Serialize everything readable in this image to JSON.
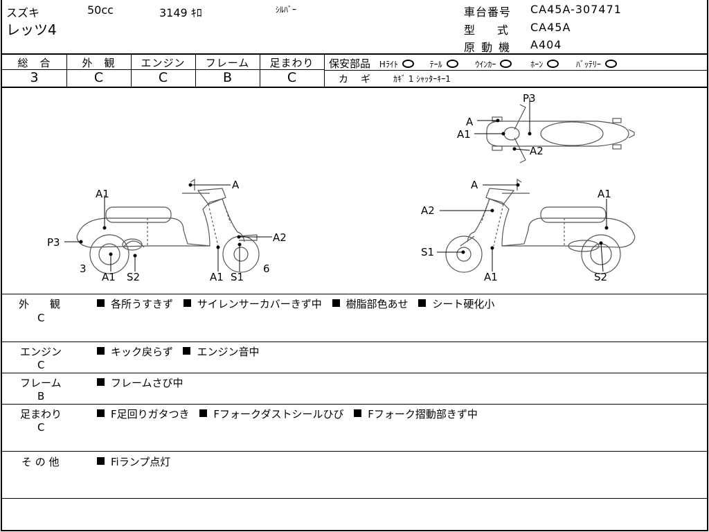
{
  "header": {
    "maker": "スズキ",
    "displacement": "50cc",
    "mileage": "3149 ｷﾛ",
    "color": "ｼﾙﾊﾞｰ",
    "model_name": "レッツ4",
    "frame_no_label": "車台番号",
    "frame_no_value": "CA45A-307471",
    "type_label": "型　　式",
    "type_value": "CA45A",
    "engine_label": "原 動 機",
    "engine_value": "A404"
  },
  "grades": {
    "total": {
      "label": "総　合",
      "value": "3"
    },
    "exterior": {
      "label": "外　観",
      "value": "C"
    },
    "engine": {
      "label": "エンジン",
      "value": "C"
    },
    "frame": {
      "label": "フレーム",
      "value": "B"
    },
    "suspension": {
      "label": "足まわり",
      "value": "C"
    }
  },
  "safety": {
    "label": "保安部品",
    "items": [
      {
        "label": "Hﾗｲﾄ",
        "state": "O"
      },
      {
        "label": "ﾃｰﾙ",
        "state": "O"
      },
      {
        "label": "ｳｲﾝｶｰ",
        "state": "O"
      },
      {
        "label": "ﾎｰﾝ",
        "state": "O"
      },
      {
        "label": "ﾊﾞｯﾃﾘｰ",
        "state": "O"
      }
    ],
    "key_label": "カ　ギ",
    "key_value": "ｶｷﾞ 1 ｼｬｯﾀｰｷｰ1"
  },
  "diagram_labels": {
    "top_view": [
      "P3",
      "A",
      "A1",
      "A2"
    ],
    "left_view": [
      "A1",
      "A",
      "P3",
      "A2",
      "3",
      "6",
      "A1",
      "S2",
      "A1",
      "S1"
    ],
    "right_view": [
      "A",
      "A1",
      "A2",
      "S1",
      "A1",
      "S2"
    ]
  },
  "sections": [
    {
      "label": "外　　観",
      "grade": "C",
      "notes": [
        "各所うすきず",
        "サイレンサーカバーきず中",
        "樹脂部色あせ",
        "シート硬化小"
      ]
    },
    {
      "label": "エンジン",
      "grade": "C",
      "notes": [
        "キック戻らず",
        "エンジン音中"
      ]
    },
    {
      "label": "フレーム",
      "grade": "B",
      "notes": [
        "フレームさび中"
      ]
    },
    {
      "label": "足まわり",
      "grade": "C",
      "notes": [
        "F足回りガタつき",
        "Fフォークダストシールひび",
        "Fフォーク摺動部きず中"
      ]
    },
    {
      "label": "そ の 他",
      "grade": "",
      "notes": [
        "Fiランプ点灯"
      ]
    }
  ],
  "colors": {
    "line": "#000000",
    "background": "#ffffff"
  }
}
